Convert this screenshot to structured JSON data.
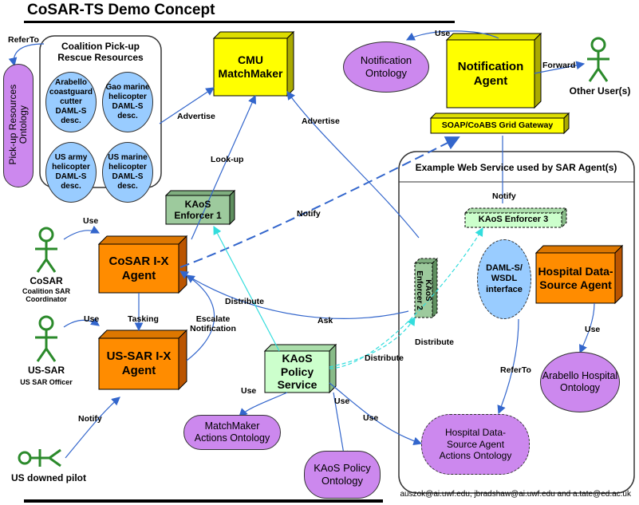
{
  "title": "CoSAR-TS Demo Concept",
  "nodes": {
    "coalition_title": "Coalition Pick-up Rescue Resources",
    "arabello_cutter": "Arabello coastguard cutter DAML-S desc.",
    "gao_heli": "Gao marine helicopter DAML-S desc.",
    "us_army_heli": "US army helicopter DAML-S desc.",
    "us_marine_heli": "US marine helicopter DAML-S desc.",
    "pickup_ontology": "Pick-up Resources Ontology",
    "cmu_matchmaker": "CMU MatchMaker",
    "notification_ontology": "Notification Ontology",
    "notification_agent": "Notification Agent",
    "other_users": "Other User(s)",
    "soap_gateway": "SOAP/CoABS Grid Gateway",
    "web_service_title": "Example Web Service used by SAR Agent(s)",
    "kaos_enforcer1": "KAoS Enforcer 1",
    "kaos_enforcer2": "KAoS Enforcer 2",
    "kaos_enforcer3": "KAoS Enforcer 3",
    "cosar_agent": "CoSAR I-X Agent",
    "ussar_agent": "US-SAR I-X Agent",
    "cosar_person": "CoSAR",
    "cosar_role": "Coalition SAR Coordinator",
    "ussar_person": "US-SAR",
    "ussar_role": "US SAR Officer",
    "downed_pilot": "US downed pilot",
    "kaos_policy_service": "KAoS Policy Service",
    "matchmaker_actions_ontology": "MatchMaker Actions Ontology",
    "kaos_policy_ontology": "KAoS Policy Ontology",
    "daml_wsdl": "DAML-S/ WSDL interface",
    "hospital_agent": "Hospital Data-Source Agent",
    "arabello_hospital_ontology": "Arabello Hospital Ontology",
    "hospital_actions_ontology": "Hospital Data-Source Agent Actions Ontology"
  },
  "edge_labels": {
    "refer_to_top": "ReferTo",
    "use_notif": "Use",
    "forward": "Forward",
    "advertise_left": "Advertise",
    "advertise_right": "Advertise",
    "look_up": "Look-up",
    "notify_top": "Notify",
    "notify_mid": "Notify",
    "use_cosar": "Use",
    "tasking": "Tasking",
    "escalate": "Escalate Notification",
    "use_ussar": "Use",
    "notify_pilot": "Notify",
    "distribute1": "Distribute",
    "ask": "Ask",
    "distribute2": "Distribute",
    "distribute3": "Distribute",
    "use_hospital": "Use",
    "refer_to_hospital": "ReferTo",
    "use_mm": "Use",
    "use_kaos_onto": "Use",
    "use_hosp_actions": "Use"
  },
  "footer": "auszok@ai.uwf.edu, jbradshaw@ai.uwf.edu and a.tate@ed.ac.uk",
  "colors": {
    "agent_orange": "#ff8c00",
    "yellow_box": "#ffff00",
    "ontology_purple": "#cc88ee",
    "resource_blue": "#99ccff",
    "kaos_green": "#ccffcc",
    "enforcer_green": "#9dca9d",
    "arrow_blue": "#3366cc",
    "distribute_cyan": "#33dddd"
  }
}
